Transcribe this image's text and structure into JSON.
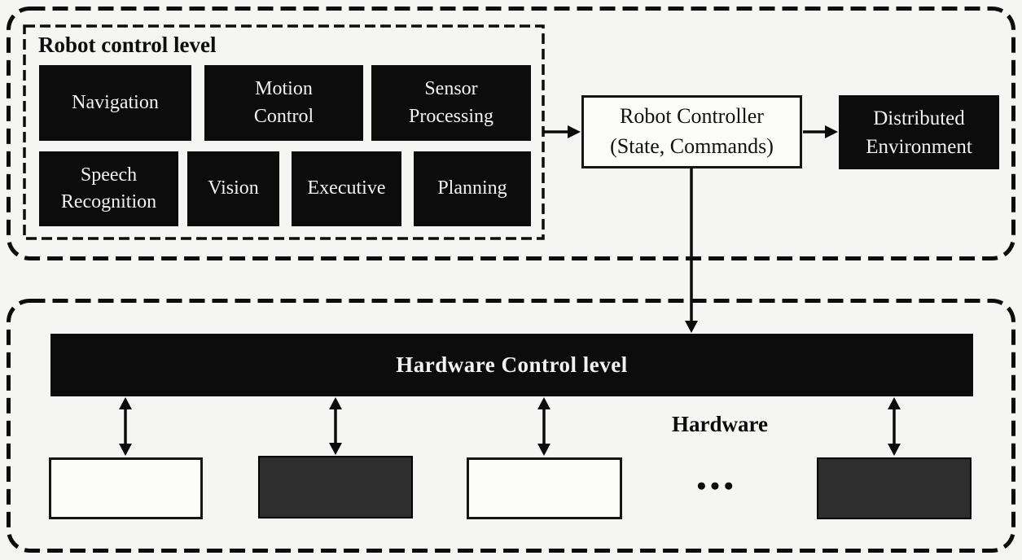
{
  "colors": {
    "background": "#f5f5f3",
    "box_fill_black": "#0c0c0c",
    "box_fill_dark_gray": "#2e2e2e",
    "box_fill_white": "#fbfbf9",
    "stroke": "#111111",
    "text_on_dark": "#f2f2f2",
    "text_on_light": "#111111"
  },
  "robot_control_level": {
    "title": "Robot control level",
    "modules": [
      "Navigation",
      "Motion Control",
      "Sensor Processing",
      "Speech Recognition",
      "Vision",
      "Executive",
      "Planning"
    ]
  },
  "robot_controller": {
    "line1": "Robot Controller",
    "line2": "(State, Commands)"
  },
  "distributed_environment": {
    "line1": "Distributed",
    "line2": "Environment"
  },
  "hardware_control_level": {
    "bar_label": "Hardware Control level"
  },
  "hardware_section": {
    "label": "Hardware",
    "ellipsis": "●●●"
  }
}
